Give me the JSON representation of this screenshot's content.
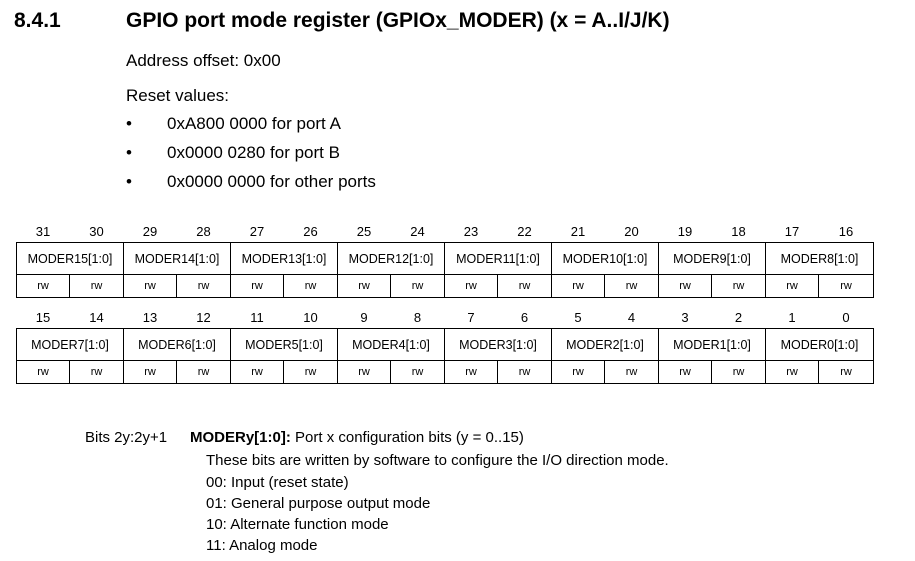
{
  "section": {
    "number": "8.4.1",
    "title": "GPIO port mode register (GPIOx_MODER) (x = A..I/J/K)"
  },
  "address_offset": "Address offset: 0x00",
  "reset_values": {
    "label": "Reset values:",
    "items": [
      "0xA800 0000 for port A",
      "0x0000 0280 for port B",
      "0x0000 0000 for other ports"
    ]
  },
  "register": {
    "upper": {
      "bits": [
        "31",
        "30",
        "29",
        "28",
        "27",
        "26",
        "25",
        "24",
        "23",
        "22",
        "21",
        "20",
        "19",
        "18",
        "17",
        "16"
      ],
      "fields": [
        "MODER15[1:0]",
        "MODER14[1:0]",
        "MODER13[1:0]",
        "MODER12[1:0]",
        "MODER11[1:0]",
        "MODER10[1:0]",
        "MODER9[1:0]",
        "MODER8[1:0]"
      ],
      "access": [
        "rw",
        "rw",
        "rw",
        "rw",
        "rw",
        "rw",
        "rw",
        "rw",
        "rw",
        "rw",
        "rw",
        "rw",
        "rw",
        "rw",
        "rw",
        "rw"
      ]
    },
    "lower": {
      "bits": [
        "15",
        "14",
        "13",
        "12",
        "11",
        "10",
        "9",
        "8",
        "7",
        "6",
        "5",
        "4",
        "3",
        "2",
        "1",
        "0"
      ],
      "fields": [
        "MODER7[1:0]",
        "MODER6[1:0]",
        "MODER5[1:0]",
        "MODER4[1:0]",
        "MODER3[1:0]",
        "MODER2[1:0]",
        "MODER1[1:0]",
        "MODER0[1:0]"
      ],
      "access": [
        "rw",
        "rw",
        "rw",
        "rw",
        "rw",
        "rw",
        "rw",
        "rw",
        "rw",
        "rw",
        "rw",
        "rw",
        "rw",
        "rw",
        "rw",
        "rw"
      ]
    }
  },
  "description": {
    "bits_label": "Bits 2y:2y+1",
    "field_name": "MODERy[1:0]:",
    "field_summary": " Port x configuration bits (y = 0..15)",
    "lines": [
      "These bits are written by software to configure the I/O direction mode.",
      "00: Input (reset state)",
      "01: General purpose output mode",
      "10: Alternate function mode",
      "11: Analog mode"
    ]
  }
}
